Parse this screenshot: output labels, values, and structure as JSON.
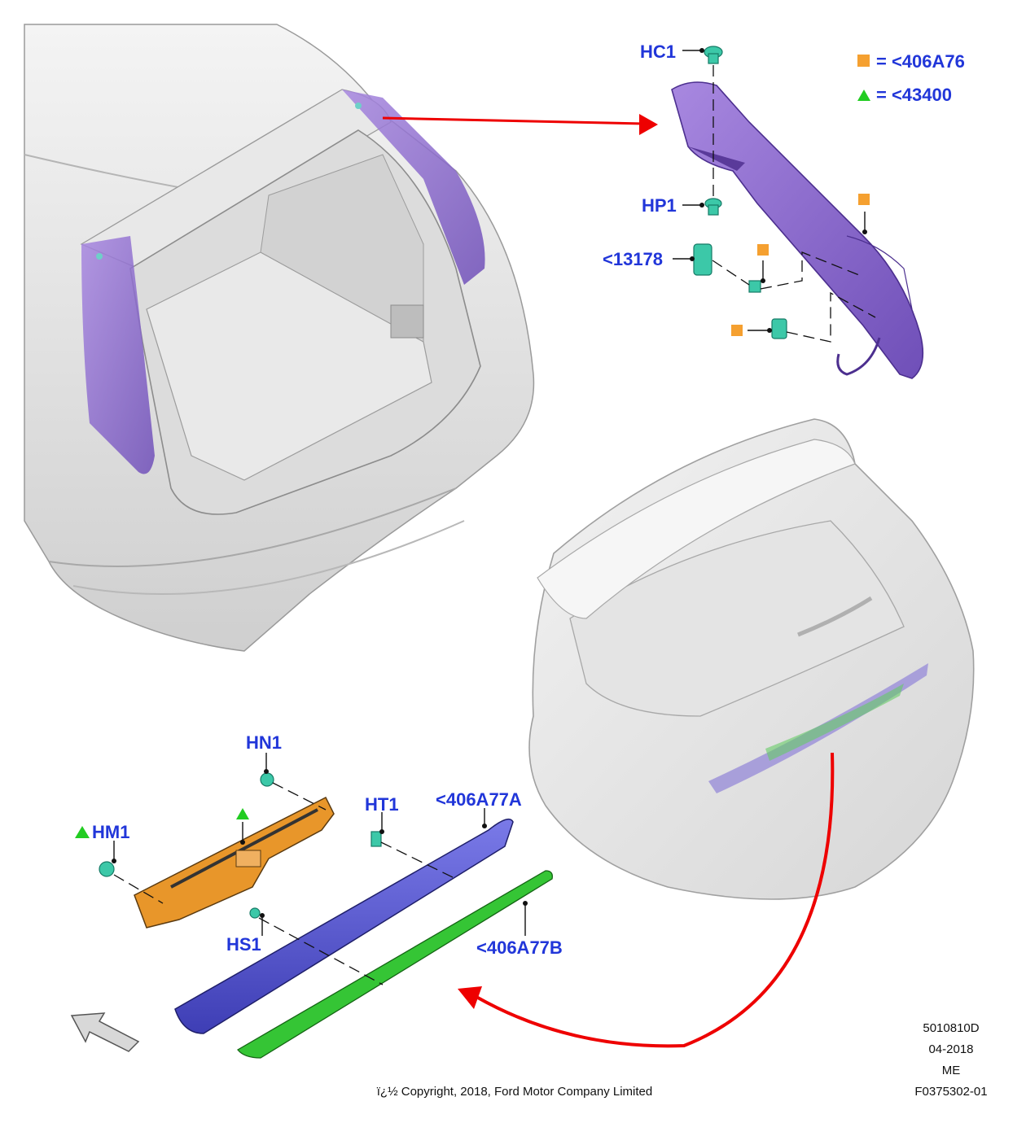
{
  "legend": [
    {
      "symbol": "square",
      "color": "#f5a030",
      "text": "= <406A76"
    },
    {
      "symbol": "triangle",
      "color": "#22cc22",
      "text": "= <43400"
    }
  ],
  "callouts": {
    "hc1": "HC1",
    "hp1": "HP1",
    "p13178": "<13178",
    "hn1": "HN1",
    "ht1": "HT1",
    "hm1": "HM1",
    "hs1": "HS1",
    "p406a77a": "<406A77A",
    "p406a77b": "<406A77B"
  },
  "colors": {
    "callout": "#2136d9",
    "pillar_trim": "#8a66c8",
    "spoiler": "#5a5ad0",
    "lower_strip": "#35c535",
    "bracket": "#e8962a",
    "fastener": "#3cc8a8",
    "arrow": "#ee0000",
    "square_marker": "#f5a030",
    "triangle_marker": "#22cc22"
  },
  "footer": {
    "code": "5010810D",
    "date": "04-2018",
    "region": "ME",
    "figure_id": "F0375302-01",
    "copyright": "ï¿½ Copyright, 2018, Ford Motor Company Limited"
  },
  "icons": [
    "view-direction-arrow-icon"
  ]
}
